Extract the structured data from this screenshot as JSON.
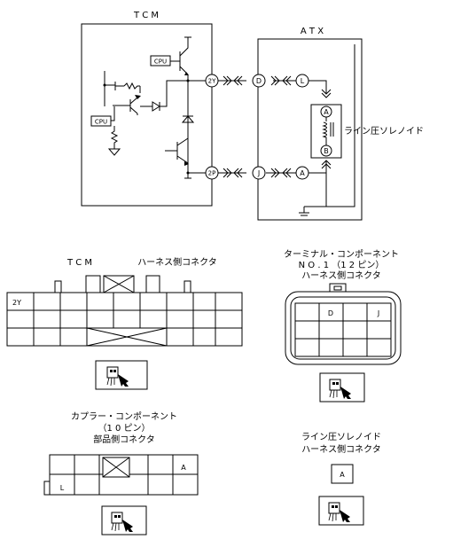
{
  "schematic": {
    "tcm_label": "T C M",
    "atx_label": "A T X",
    "cpu_top": "CPU",
    "cpu_left": "CPU",
    "pin_2y": "2Y",
    "pin_2p": "2P",
    "pin_d": "D",
    "pin_j": "J",
    "pin_l": "L",
    "pin_a_bottom": "A",
    "sol_a": "A",
    "sol_b": "B",
    "solenoid_label": "ライン圧ソレノイド"
  },
  "tcm_connector": {
    "title_tcm": "T C M",
    "title_harness": "ハーネス側コネクタ",
    "cell_label": "2Y"
  },
  "terminal_connector": {
    "title_line1": "ターミナル・コンポーネント",
    "title_line2": "N O . 1 （1 2 ピン）",
    "title_line3": "ハーネス側コネクタ",
    "cell_d": "D",
    "cell_j": "J"
  },
  "coupler_connector": {
    "title_line1": "カプラー・コンポーネント",
    "title_line2": "（1 0 ピン）",
    "title_line3": "部品側コネクタ",
    "cell_a": "A",
    "cell_l": "L"
  },
  "solenoid_connector": {
    "title_line1": "ライン圧ソレノイド",
    "title_line2": "ハーネス側コネクタ",
    "cell_a": "A"
  }
}
